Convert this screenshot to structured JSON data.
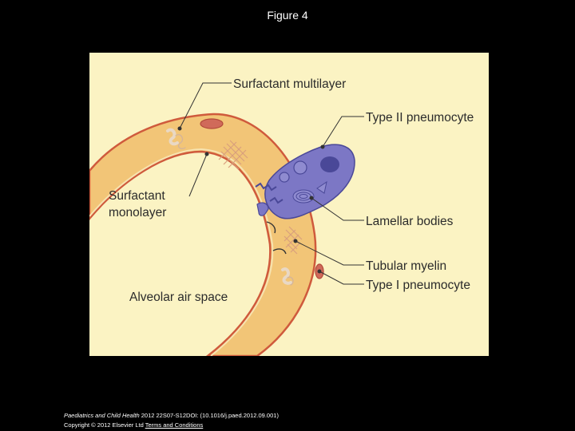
{
  "title": "Figure 4",
  "labels": {
    "surfactant_multilayer": "Surfactant multilayer",
    "type2": "Type II pneumocyte",
    "surfactant_mono_1": "Surfactant",
    "surfactant_mono_2": "monolayer",
    "lamellar": "Lamellar bodies",
    "tubular": "Tubular myelin",
    "type1": "Type I pneumocyte",
    "alveolar": "Alveolar air space"
  },
  "citation": {
    "journal": "Paediatrics and Child Health",
    "ref": " 2012 22S07-S12DOI: (10.1016/j.paed.2012.09.001)",
    "copyright": "Copyright © 2012 Elsevier Ltd ",
    "terms": "Terms and Conditions"
  },
  "colors": {
    "background": "#000000",
    "panel": "#fbf3c3",
    "wall": "#f2c577",
    "wall_edge": "#cf5a3c",
    "cell": "#7c77c5",
    "cell_dark": "#4a4898",
    "myelin": "#d9a07d"
  }
}
